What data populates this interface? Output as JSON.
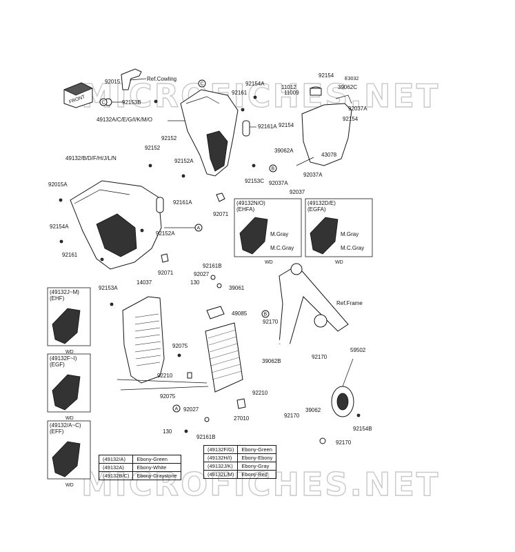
{
  "watermark": {
    "top": "MICROFICHES.NET",
    "bottom": "MICROFICHES.NET"
  },
  "front_arrow": "FRONT",
  "refs": {
    "cowling": "Ref.Cowling",
    "frame": "Ref.Frame"
  },
  "codes": {
    "e3032": "E3032"
  },
  "circle_letters": {
    "a": "A",
    "b": "B",
    "c": "C"
  },
  "part_numbers": {
    "p92015": "92015",
    "p92153B": "92153B",
    "p49132ac": "49132A/C/E/G/I/K/M/O",
    "p92154A": "92154A",
    "p92161": "92161",
    "p92161A": "92161A",
    "p92152": "92152",
    "p92152A": "92152A",
    "p92153C": "92153C",
    "p92071": "92071",
    "p49132bd": "49132/B/D/F/H/J/L/N",
    "p92015A": "92015A",
    "p92154": "92154",
    "p11012": "11012",
    "p11009": "11009",
    "p39062C": "39062C",
    "p92037A": "92037A",
    "p39062A": "39062A",
    "p43078": "43078",
    "p92037": "92037",
    "p92161B": "92161B",
    "p92027": "92027",
    "p130": "130",
    "p39061": "39061",
    "p92153A": "92153A",
    "p14037": "14037",
    "p49085": "49085",
    "p92170": "92170",
    "p92075": "92075",
    "p39062B": "39062B",
    "p92210": "92210",
    "p59502": "59502",
    "p39062": "39062",
    "p27010": "27010",
    "p92154B": "92154B"
  },
  "variant_boxes": [
    {
      "title": "(49132N/O)",
      "sub": "(EHFA)",
      "colors": [
        "M.Gray",
        "M.C.Gray"
      ],
      "code": "WD"
    },
    {
      "title": "(49132D/E)",
      "sub": "(EGFA)",
      "colors": [
        "M.Gray",
        "M.C.Gray"
      ],
      "code": "WD"
    },
    {
      "title": "(49132J~M)",
      "sub": "(EHF)",
      "code": "WD"
    },
    {
      "title": "(49132F~I)",
      "sub": "(EGF)",
      "code": "WD"
    },
    {
      "title": "(49132/A~C)",
      "sub": "(EFF)",
      "code": "WD"
    }
  ],
  "legend_left": [
    [
      "(49132/A)",
      "Ebony-Green"
    ],
    [
      "(49132A)",
      "Ebony-White"
    ],
    [
      "(49132B/C)",
      "Ebony-Graystone"
    ]
  ],
  "legend_right": [
    [
      "(49132F/G)",
      "Ebony-Green"
    ],
    [
      "(49132H/I)",
      "Ebony-Ebony"
    ],
    [
      "(49132J/K)",
      "Ebony-Gray"
    ],
    [
      "(49132L/M)",
      "Ebony-Red"
    ]
  ]
}
